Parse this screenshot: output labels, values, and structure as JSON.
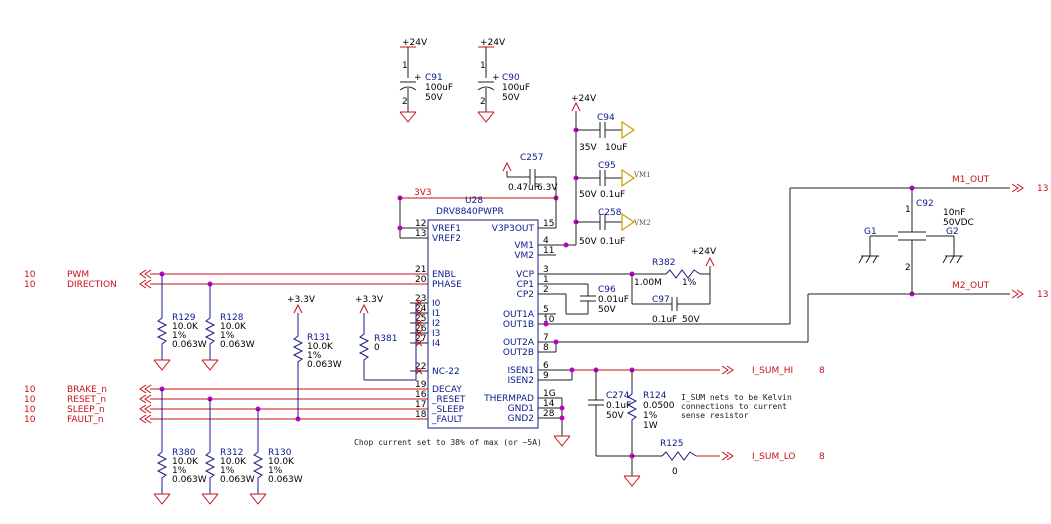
{
  "rails": {
    "p24": "+24V",
    "p33": "+3.3V",
    "v3v3": "3V3"
  },
  "chip": {
    "ref": "U28",
    "part": "DRV8840PWPR",
    "left_pins": [
      {
        "num": "12",
        "name": "VREF1"
      },
      {
        "num": "13",
        "name": "VREF2"
      },
      {
        "num": "21",
        "name": "ENBL"
      },
      {
        "num": "20",
        "name": "PHASE"
      },
      {
        "num": "23",
        "name": "I0"
      },
      {
        "num": "24",
        "name": "I1"
      },
      {
        "num": "25",
        "name": "I2"
      },
      {
        "num": "26",
        "name": "I3"
      },
      {
        "num": "27",
        "name": "I4"
      },
      {
        "num": "22",
        "name": "NC-22"
      },
      {
        "num": "19",
        "name": "DECAY"
      },
      {
        "num": "16",
        "name": "_RESET"
      },
      {
        "num": "17",
        "name": "_SLEEP"
      },
      {
        "num": "18",
        "name": "_FAULT"
      }
    ],
    "right_pins": [
      {
        "num": "15",
        "name": "V3P3OUT"
      },
      {
        "num": "4",
        "name": "VM1"
      },
      {
        "num": "11",
        "name": "VM2"
      },
      {
        "num": "3",
        "name": "VCP"
      },
      {
        "num": "1",
        "name": "CP1"
      },
      {
        "num": "2",
        "name": "CP2"
      },
      {
        "num": "5",
        "name": "OUT1A"
      },
      {
        "num": "10",
        "name": "OUT1B"
      },
      {
        "num": "7",
        "name": "OUT2A"
      },
      {
        "num": "8",
        "name": "OUT2B"
      },
      {
        "num": "6",
        "name": "ISEN1"
      },
      {
        "num": "9",
        "name": "ISEN2"
      },
      {
        "num": "1G",
        "name": "THERMPAD"
      },
      {
        "num": "14",
        "name": "GND1"
      },
      {
        "num": "28",
        "name": "GND2"
      }
    ]
  },
  "left_nets": [
    {
      "page": "10",
      "name": "PWM"
    },
    {
      "page": "10",
      "name": "DIRECTION"
    },
    {
      "page": "10",
      "name": "BRAKE_n"
    },
    {
      "page": "10",
      "name": "RESET_n"
    },
    {
      "page": "10",
      "name": "SLEEP_n"
    },
    {
      "page": "10",
      "name": "FAULT_n"
    }
  ],
  "right_nets": [
    {
      "name": "M1_OUT",
      "page": "13"
    },
    {
      "name": "M2_OUT",
      "page": "13"
    },
    {
      "name": "I_SUM_HI",
      "page": "8"
    },
    {
      "name": "I_SUM_LO",
      "page": "8"
    }
  ],
  "resistors": [
    {
      "ref": "R129",
      "val": "10.0K",
      "tol": "1%",
      "pwr": "0.063W"
    },
    {
      "ref": "R128",
      "val": "10.0K",
      "tol": "1%",
      "pwr": "0.063W"
    },
    {
      "ref": "R131",
      "val": "10.0K",
      "tol": "1%",
      "pwr": "0.063W"
    },
    {
      "ref": "R381",
      "val": "0"
    },
    {
      "ref": "R380",
      "val": "10.0K",
      "tol": "1%",
      "pwr": "0.063W"
    },
    {
      "ref": "R312",
      "val": "10.0K",
      "tol": "1%",
      "pwr": "0.063W"
    },
    {
      "ref": "R130",
      "val": "10.0K",
      "tol": "1%",
      "pwr": "0.063W"
    },
    {
      "ref": "R382",
      "val": "1.00M",
      "tol": "1%"
    },
    {
      "ref": "R124",
      "val": "0.0500",
      "tol": "1%",
      "pwr": "1W"
    },
    {
      "ref": "R125",
      "val": "0"
    }
  ],
  "capacitors": {
    "c91": {
      "ref": "C91",
      "val": "100uF",
      "volt": "50V"
    },
    "c90": {
      "ref": "C90",
      "val": "100uF",
      "volt": "50V"
    },
    "c94": {
      "ref": "C94",
      "volt": "35V",
      "val": "10uF"
    },
    "c95": {
      "ref": "C95",
      "volt": "50V",
      "val": "0.1uF",
      "net": "VM1"
    },
    "c258": {
      "ref": "C258",
      "volt": "50V",
      "val": "0.1uF",
      "net": "VM2"
    },
    "c257": {
      "ref": "C257",
      "val": "0.47uF",
      "volt": "6.3V"
    },
    "c96": {
      "ref": "C96",
      "val": "0.01uF",
      "volt": "50V"
    },
    "c97": {
      "ref": "C97",
      "val": "0.1uF",
      "volt": "50V"
    },
    "c92": {
      "ref": "C92",
      "val": "10nF",
      "volt": "50VDC",
      "g1": "G1",
      "g2": "G2"
    },
    "c274": {
      "ref": "C274",
      "val": "0.1uF",
      "volt": "50V"
    }
  },
  "notes": {
    "chop": "Chop current set to 38% of max (or ~5A)",
    "isum1": "I_SUM nets to be Kelvin",
    "isum2": "connections to current",
    "isum3": "sense resistor"
  }
}
